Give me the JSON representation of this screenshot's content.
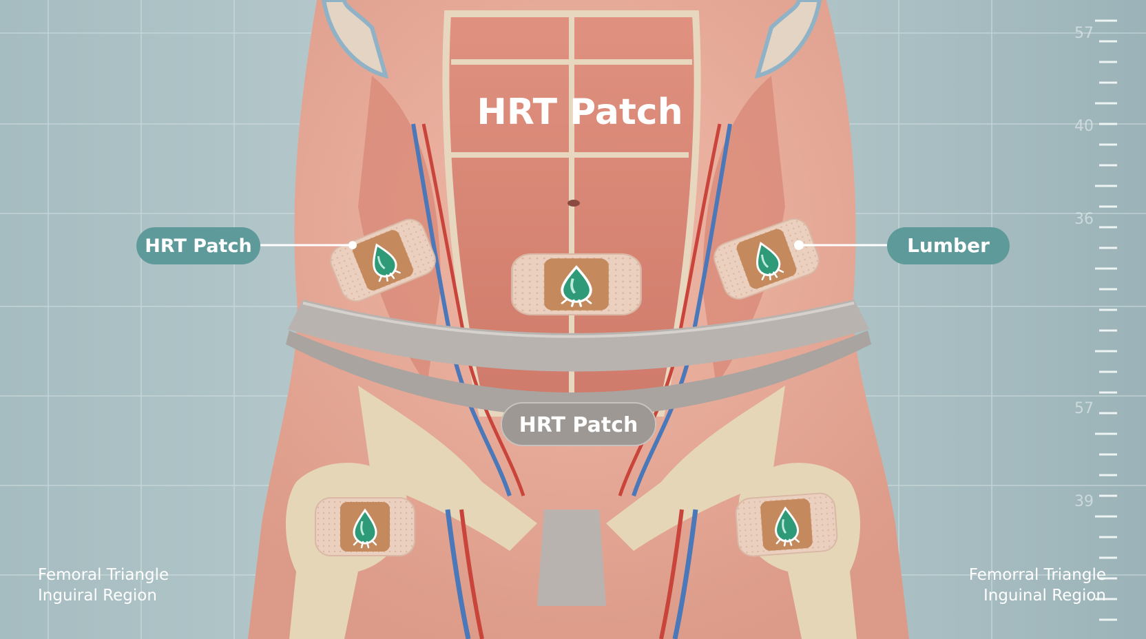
{
  "title": "HRT Patch",
  "labels": {
    "left_pill": "HRT Patch",
    "right_pill": "Lumber",
    "belt_label": "HRT Patch"
  },
  "corner_left": {
    "line1": "Femoral Triangle",
    "line2": "Inguiral Region"
  },
  "corner_right": {
    "line1": "Femorral Triangle",
    "line2": "Inguinal Region"
  },
  "ruler_marks": [
    "57",
    "40",
    "36",
    "57",
    "39"
  ],
  "colors": {
    "background": "#9fb7bc",
    "skin": "#e7a898",
    "muscle": "#d98474",
    "pill": "#5f9a9a",
    "patch_pad": "#e8c7b3",
    "patch_center": "#c58a5f",
    "drop": "#2f9a78",
    "belt": "#b8b3ae",
    "bone": "#e6d6b8",
    "artery": "#c9453b",
    "vein": "#4a78b8"
  },
  "icons": [
    "droplet-icon"
  ]
}
